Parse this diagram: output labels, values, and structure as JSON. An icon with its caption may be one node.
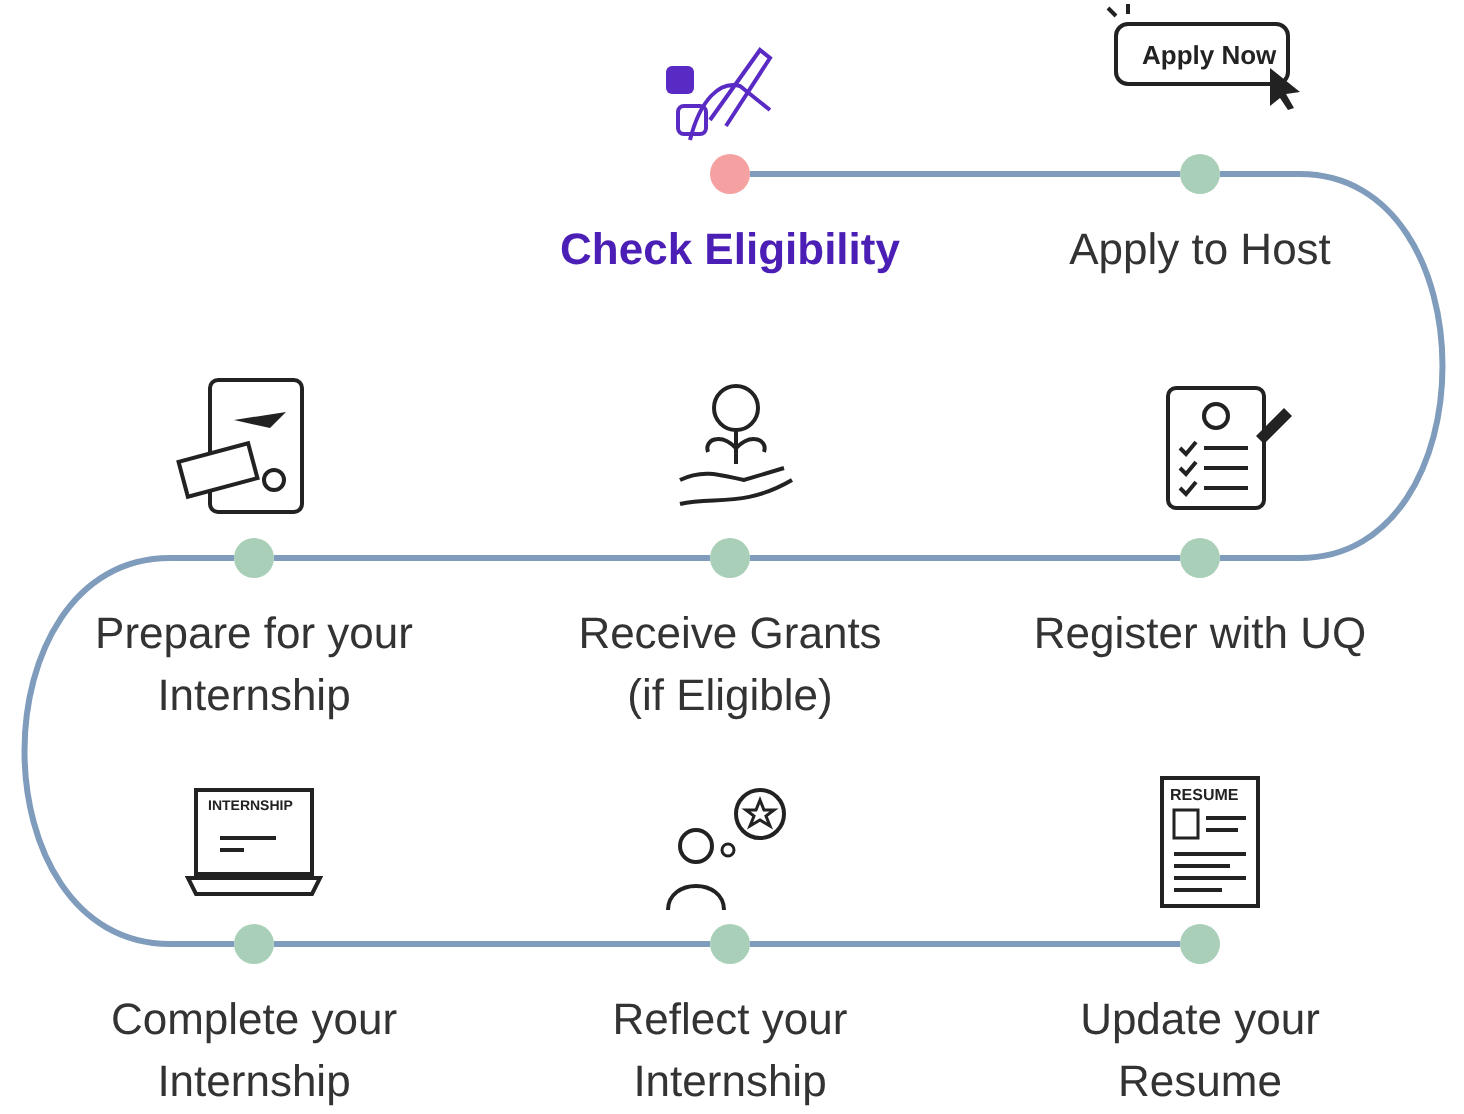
{
  "diagram": {
    "nodes": [
      {
        "text": [
          "Check Eligibility"
        ]
      },
      {
        "text": [
          "Apply to Host"
        ]
      },
      {
        "text": [
          "Register with UQ"
        ]
      },
      {
        "text": [
          "Receive Grants (if Eligible)"
        ]
      },
      {
        "text": [
          "Prepare for your Internship"
        ]
      },
      {
        "text": [
          "Complete your Internship"
        ]
      },
      {
        "text": [
          "Reflect your Internship"
        ]
      },
      {
        "text": [
          "Update your Resume"
        ]
      }
    ],
    "edges": [
      {
        "from": 0,
        "to": 1,
        "arrow": "none"
      },
      {
        "from": 1,
        "to": 2,
        "arrow": "none"
      },
      {
        "from": 2,
        "to": 3,
        "arrow": "none"
      },
      {
        "from": 3,
        "to": 4,
        "arrow": "none"
      },
      {
        "from": 4,
        "to": 5,
        "arrow": "none"
      },
      {
        "from": 5,
        "to": 6,
        "arrow": "none"
      },
      {
        "from": 6,
        "to": 7,
        "arrow": "none"
      }
    ],
    "labels": [
      "Apply Now",
      "INTERNSHIP",
      "RESUME"
    ]
  }
}
